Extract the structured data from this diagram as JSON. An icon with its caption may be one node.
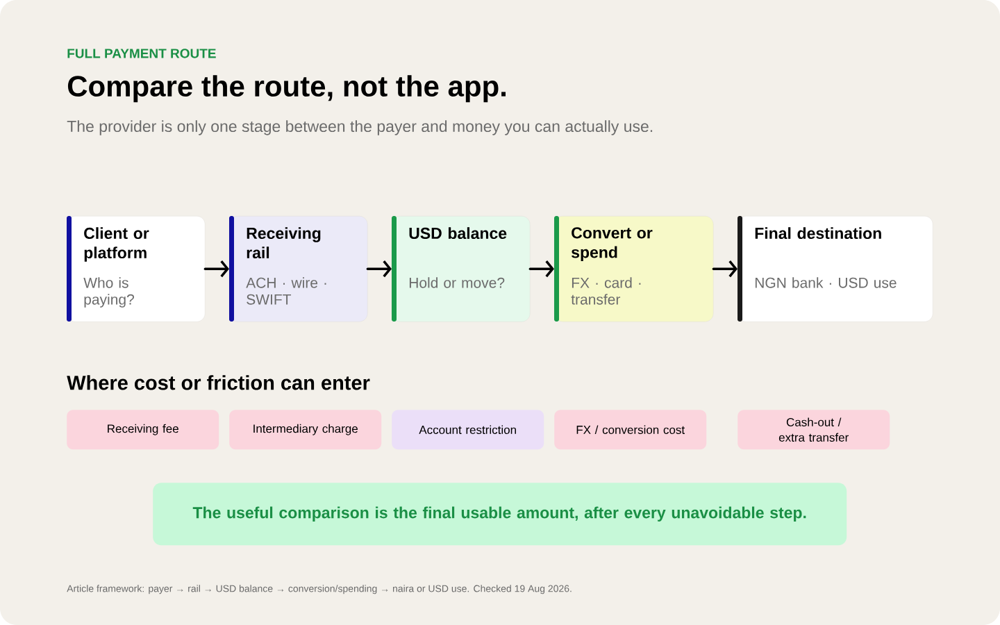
{
  "diagram": {
    "title": "Compare the route, not the app.",
    "nodes": [
      {
        "text": [
          "Client or platform",
          "Who is paying?"
        ]
      },
      {
        "text": [
          "Receiving rail",
          "ACH · wire · SWIFT"
        ]
      },
      {
        "text": [
          "USD balance",
          "Hold or move?"
        ]
      },
      {
        "text": [
          "Convert or spend",
          "FX · card · transfer"
        ]
      },
      {
        "text": [
          "Final destination",
          "NGN bank · USD use"
        ]
      },
      {
        "text": [
          "Receiving fee"
        ]
      },
      {
        "text": [
          "Intermediary charge"
        ]
      },
      {
        "text": [
          "Account restriction"
        ]
      },
      {
        "text": [
          "FX / conversion cost"
        ]
      },
      {
        "text": [
          "Cash-out / extra transfer"
        ]
      },
      {
        "text": [
          "The useful comparison is the final usable amount, after every unavoidable step."
        ]
      }
    ],
    "edges": [
      {
        "from": 0,
        "to": 1,
        "arrow": "to"
      },
      {
        "from": 1,
        "to": 2,
        "arrow": "to"
      },
      {
        "from": 2,
        "to": 3,
        "arrow": "to"
      },
      {
        "from": 3,
        "to": 4,
        "arrow": "to"
      }
    ],
    "labels": [
      "FULL PAYMENT ROUTE",
      "The provider is only one stage between the payer and money you can actually use.",
      "Where cost or friction can enter",
      "Article framework: payer → rail → USD balance → conversion/spending → naira or USD use. Checked 19 Aug 2026."
    ]
  }
}
